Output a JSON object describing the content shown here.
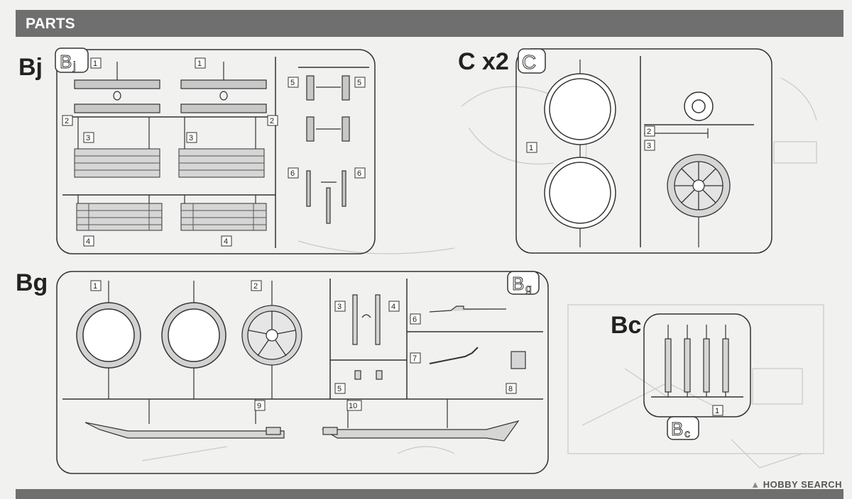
{
  "header": {
    "title": "PARTS"
  },
  "sprues": {
    "Bj": {
      "label": "Bj",
      "tag": "B",
      "tag_sub": "j",
      "numbers": [
        "1",
        "1",
        "2",
        "2",
        "3",
        "3",
        "4",
        "4",
        "5",
        "5",
        "6",
        "6"
      ]
    },
    "C": {
      "label": "C x2",
      "tag": "C",
      "numbers": [
        "1",
        "2",
        "3"
      ]
    },
    "Bg": {
      "label": "Bg",
      "tag": "B",
      "tag_sub": "g",
      "numbers": [
        "1",
        "2",
        "3",
        "4",
        "5",
        "6",
        "7",
        "8",
        "9",
        "10"
      ]
    },
    "Bc": {
      "label": "Bc",
      "tag": "B",
      "tag_sub": "c",
      "numbers": [
        "1"
      ]
    }
  },
  "watermark": {
    "brand": "HOBBY SEARCH"
  },
  "colors": {
    "header_bg": "#6f6f6f",
    "paper": "#f1f1ef",
    "part_fill": "#c8c8c8",
    "line": "#333333"
  }
}
